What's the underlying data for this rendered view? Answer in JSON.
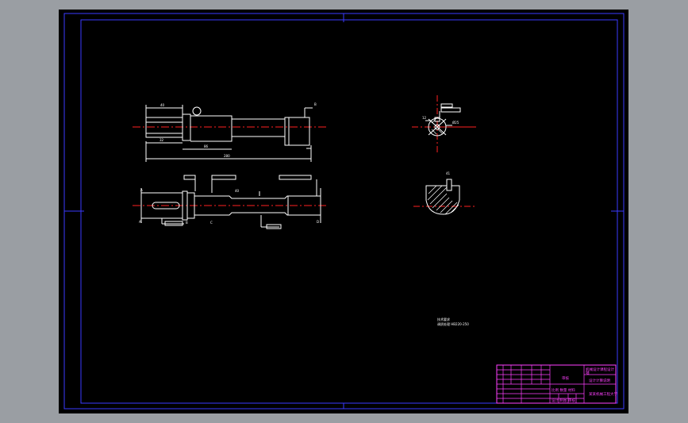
{
  "title_block": {
    "title_line1": "机械设计课程设计",
    "title_line2": "轴",
    "drawing_no": "设计计算说明",
    "school": "某某机械工程大学",
    "stamp": "审核",
    "scale_row": "比例  数量  材料",
    "designer_row": "设计  制图  审核"
  },
  "notes": {
    "tech_req_line1": "技术要求",
    "tech_req_line2": "调质处理 HB220-250"
  },
  "colors": {
    "sheet_background": "#000000",
    "frame": "#3a3aff",
    "outline": "#ffffff",
    "centerline": "#ff2020",
    "title_block": "#ff40ff"
  }
}
